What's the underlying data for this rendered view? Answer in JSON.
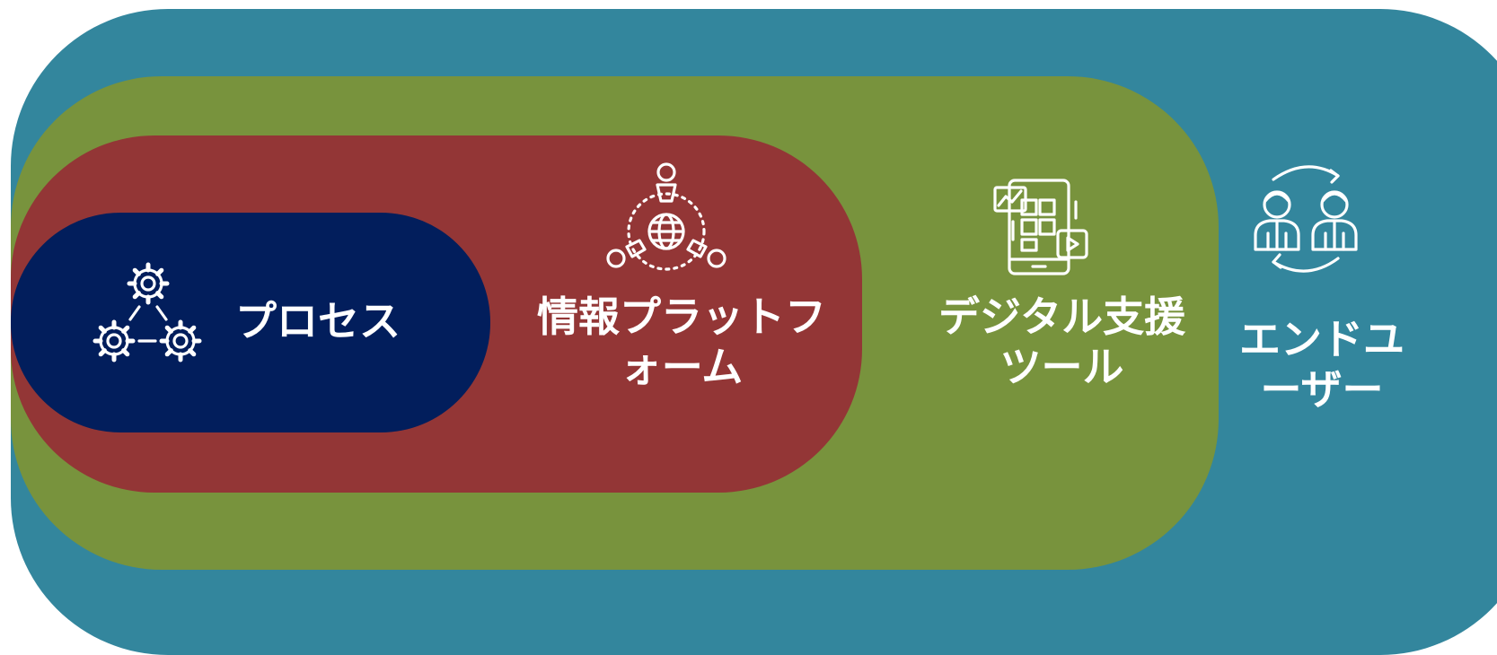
{
  "colors": {
    "outer": "#33869d",
    "green": "#78933d",
    "red": "#933636",
    "navy": "#021e5c",
    "text": "#ffffff"
  },
  "layers": [
    {
      "id": "process",
      "label": "プロセス",
      "icon": "gears-icon"
    },
    {
      "id": "platform",
      "label_lines": [
        "情報プラットフ",
        "ォーム"
      ],
      "icon": "network-globe-icon"
    },
    {
      "id": "digital",
      "label_lines": [
        "デジタル支援",
        "ツール"
      ],
      "icon": "mobile-dashboard-icon"
    },
    {
      "id": "enduser",
      "label_lines": [
        "エンドユ",
        "ーザー"
      ],
      "icon": "users-exchange-icon"
    }
  ]
}
